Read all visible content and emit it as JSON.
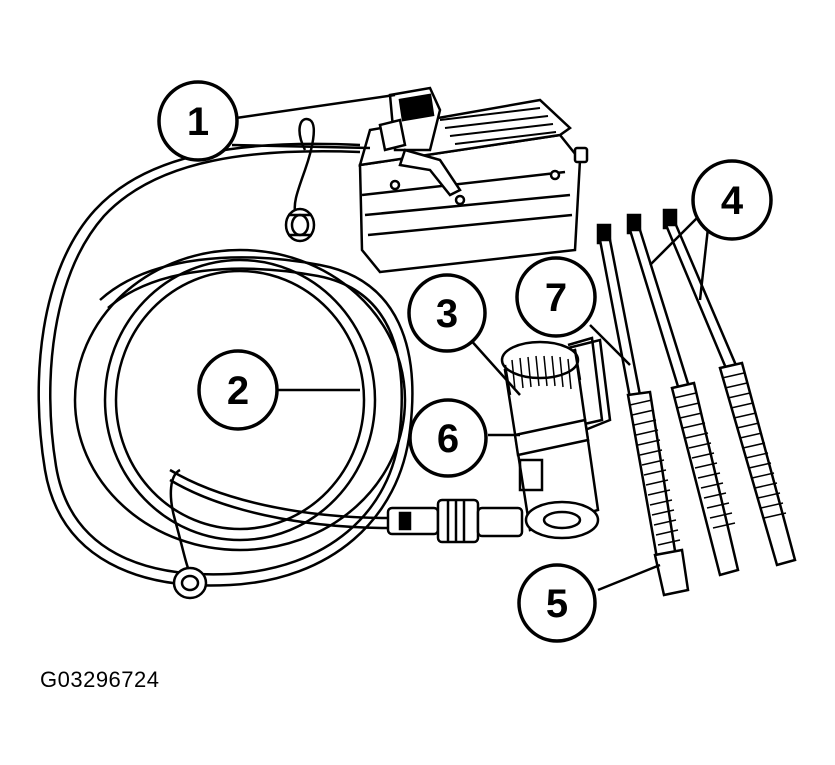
{
  "figure_id": "G03296724",
  "callouts": {
    "c1": "1",
    "c2": "2",
    "c3": "3",
    "c4": "4",
    "c5": "5",
    "c6": "6",
    "c7": "7"
  }
}
